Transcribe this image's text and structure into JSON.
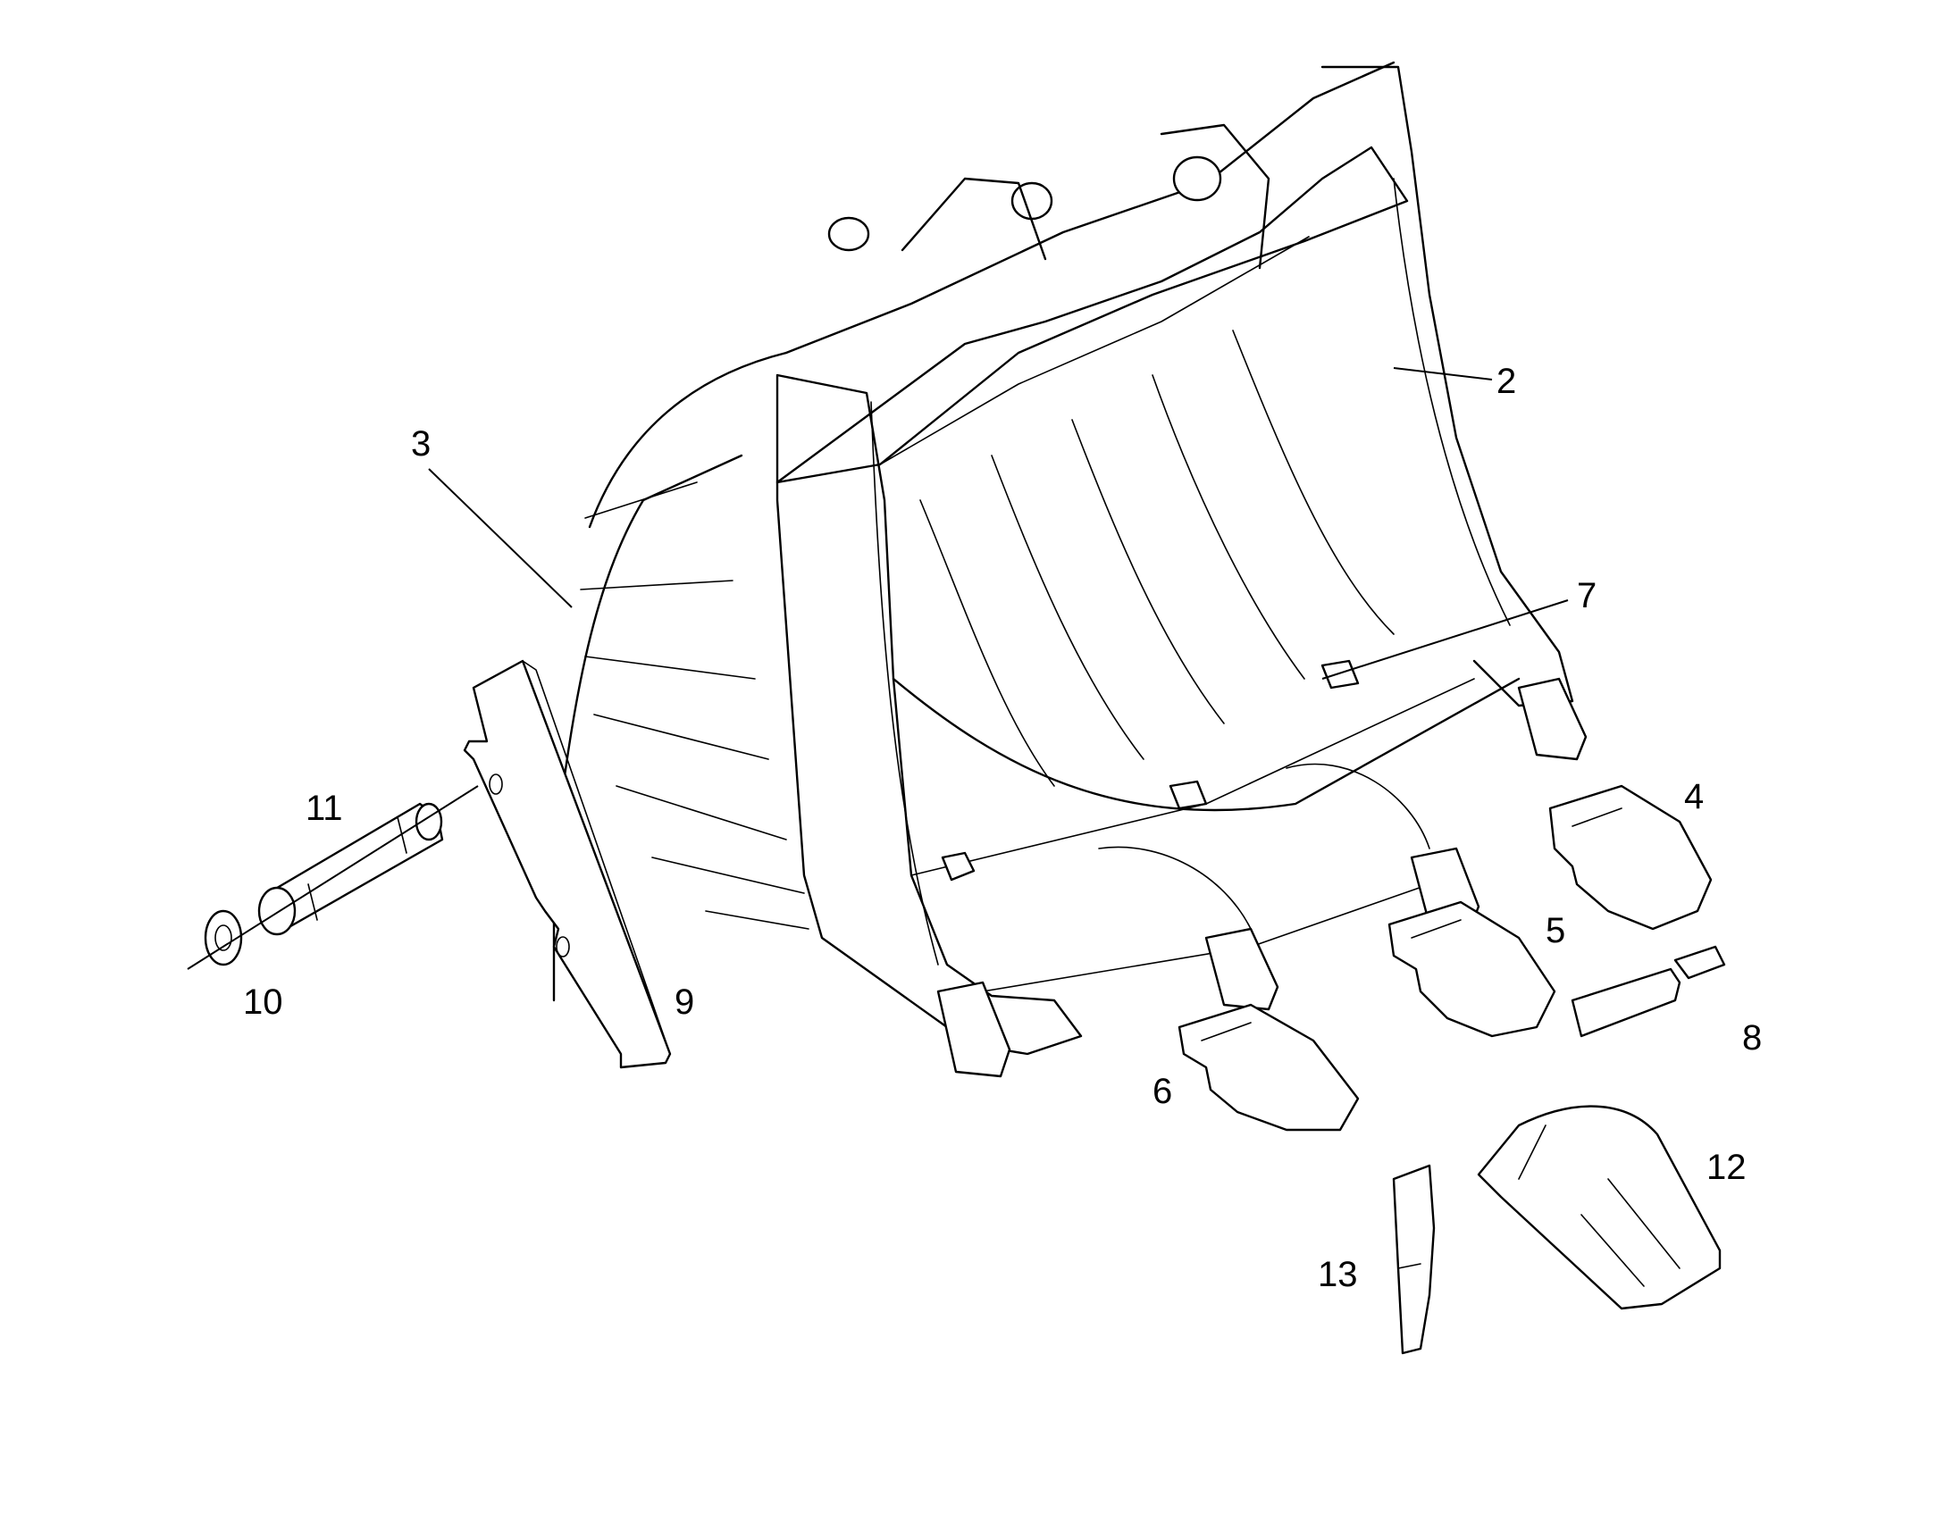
{
  "callouts": [
    {
      "label": "2"
    },
    {
      "label": "3"
    },
    {
      "label": "4"
    },
    {
      "label": "5"
    },
    {
      "label": "6"
    },
    {
      "label": "7"
    },
    {
      "label": "8"
    },
    {
      "label": "9"
    },
    {
      "label": "10"
    },
    {
      "label": "11"
    },
    {
      "label": "12"
    },
    {
      "label": "13"
    }
  ],
  "colors": {
    "ink": "#000000",
    "paper": "#ffffff"
  }
}
